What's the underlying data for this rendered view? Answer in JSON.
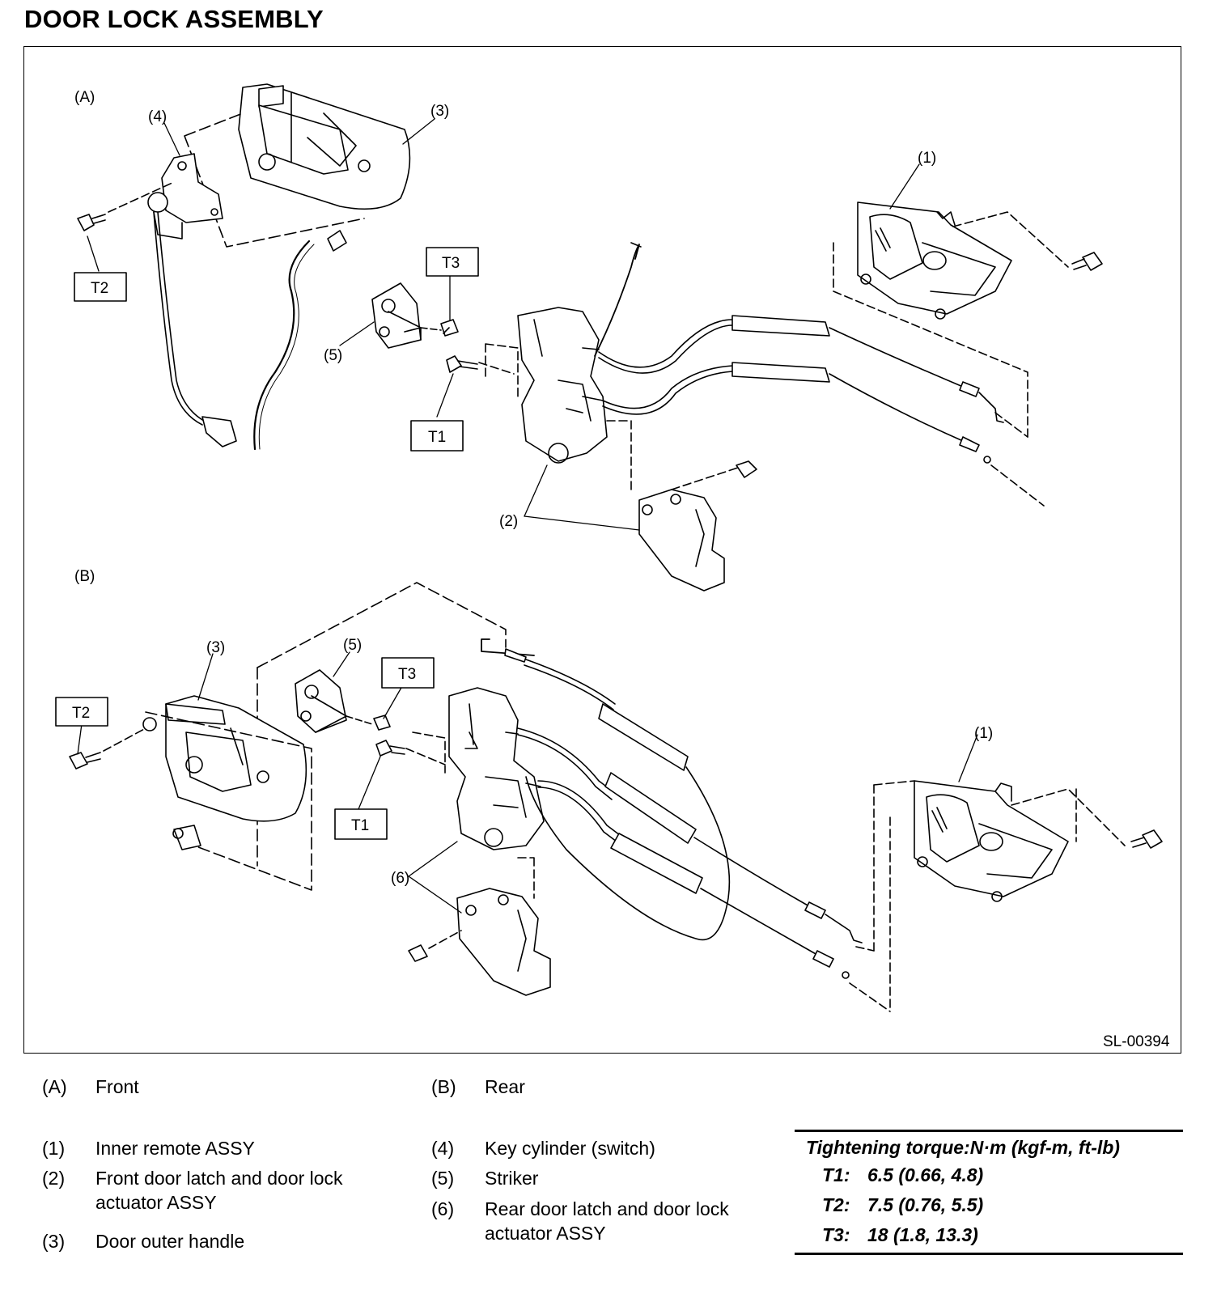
{
  "title": "DOOR LOCK ASSEMBLY",
  "figure_id": "SL-00394",
  "diagram": {
    "section_labels": [
      "(A)",
      "(B)"
    ],
    "part_labels": {
      "p1": "(1)",
      "p2": "(2)",
      "p3": "(3)",
      "p4": "(4)",
      "p5": "(5)",
      "p6": "(6)"
    },
    "torque_tags": {
      "t1": "T1",
      "t2": "T2",
      "t3": "T3"
    }
  },
  "legend": {
    "sections": [
      {
        "key": "(A)",
        "value": "Front"
      },
      {
        "key": "(B)",
        "value": "Rear"
      }
    ],
    "parts_left": [
      {
        "key": "(1)",
        "value": "Inner remote ASSY"
      },
      {
        "key": "(2)",
        "value": "Front door latch and door lock actuator ASSY"
      },
      {
        "key": "(3)",
        "value": "Door outer handle"
      }
    ],
    "parts_right": [
      {
        "key": "(4)",
        "value": "Key cylinder (switch)"
      },
      {
        "key": "(5)",
        "value": "Striker"
      },
      {
        "key": "(6)",
        "value": "Rear door latch and door lock actuator ASSY"
      }
    ]
  },
  "torque_table": {
    "header": "Tightening torque:N·m (kgf-m, ft-lb)",
    "rows": [
      {
        "key": "T1:",
        "value": "6.5 (0.66, 4.8)"
      },
      {
        "key": "T2:",
        "value": "7.5 (0.76, 5.5)"
      },
      {
        "key": "T3:",
        "value": "18 (1.8, 13.3)"
      }
    ]
  }
}
